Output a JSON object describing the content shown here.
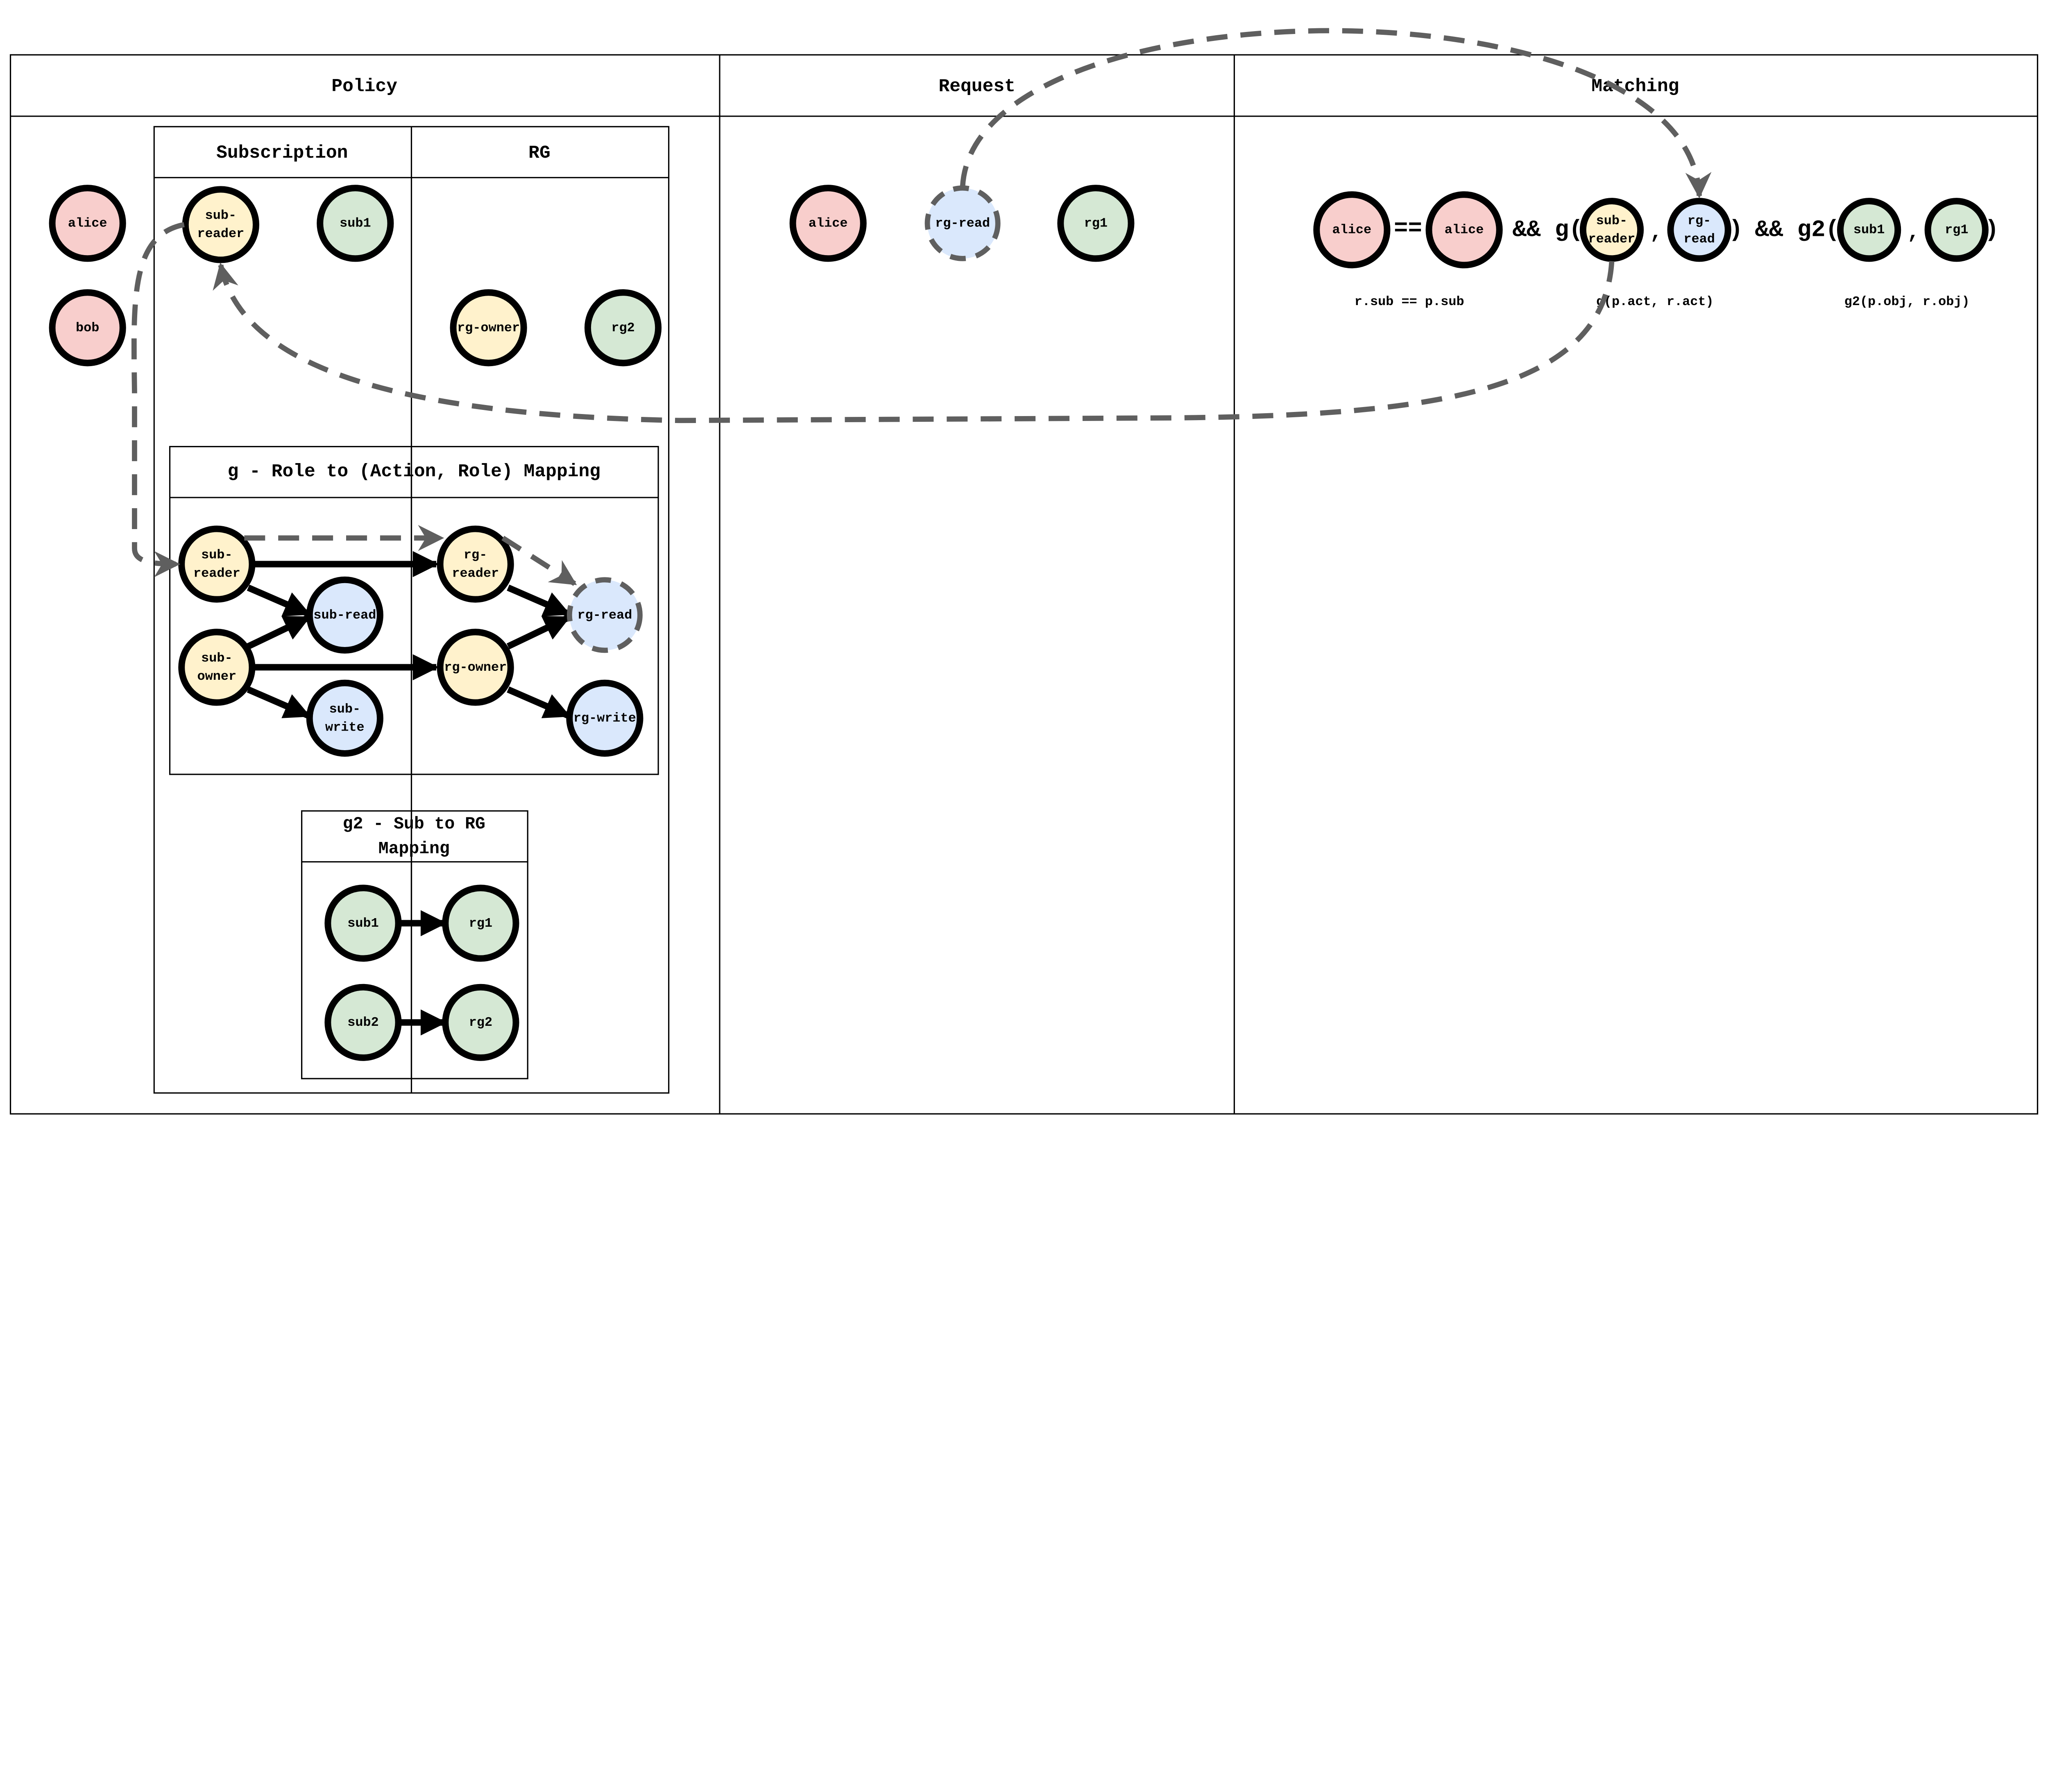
{
  "columns": {
    "policy": "Policy",
    "request": "Request",
    "matching": "Matching"
  },
  "policy": {
    "users": [
      "alice",
      "bob"
    ],
    "subscription_header": "Subscription",
    "rg_header": "RG",
    "subscription_nodes": [
      "sub-reader",
      "sub1"
    ],
    "rg_nodes": [
      "rg-owner",
      "rg2"
    ],
    "g_box": {
      "title": "g - Role to (Action, Role) Mapping",
      "nodes": {
        "sub_reader": "sub-\nreader",
        "sub_owner": "sub-\nowner",
        "sub_read": "sub-read",
        "sub_write": "sub-\nwrite",
        "rg_reader": "rg-\nreader",
        "rg_owner": "rg-owner",
        "rg_read": "rg-read",
        "rg_write": "rg-write"
      }
    },
    "g2_box": {
      "title_line1": "g2 - Sub to RG",
      "title_line2": "Mapping",
      "nodes": [
        "sub1",
        "rg1",
        "sub2",
        "rg2"
      ]
    }
  },
  "request": {
    "nodes": [
      "alice",
      "rg-read",
      "rg1"
    ]
  },
  "matching": {
    "expr": {
      "eq": "==",
      "and_g": "&& g(",
      "comma": ",",
      "close": ")",
      "and_g2": "&& g2(",
      "comma2": ",",
      "close2": ")"
    },
    "nodes": {
      "alice_left": "alice",
      "alice_right": "alice",
      "sub_reader": "sub-\nreader",
      "rg_read": "rg-\nread",
      "sub1": "sub1",
      "rg1": "rg1"
    },
    "labels": [
      "r.sub == p.sub",
      "g(p.act, r.act)",
      "g2(p.obj, r.obj)"
    ]
  },
  "colors": {
    "user": "#f8cecc",
    "role": "#fff2cc",
    "action": "#dae8fc",
    "resource": "#d5e8d4",
    "dashed": "#5f5f5f"
  }
}
